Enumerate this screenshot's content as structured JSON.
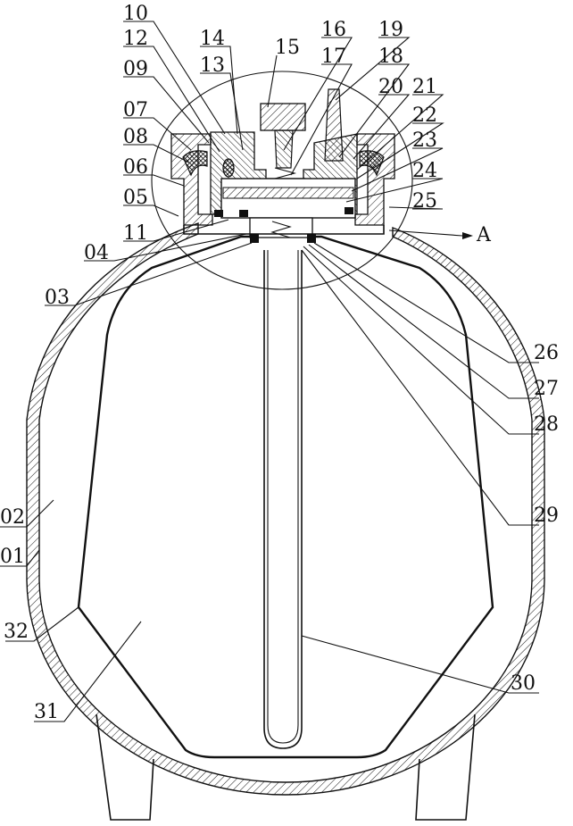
{
  "figure": {
    "section_marker": "A",
    "labels": {
      "l01": "01",
      "l02": "02",
      "l03": "03",
      "l04": "04",
      "l05": "05",
      "l06": "06",
      "l07": "07",
      "l08": "08",
      "l09": "09",
      "l10": "10",
      "l11": "11",
      "l12": "12",
      "l13": "13",
      "l14": "14",
      "l15": "15",
      "l16": "16",
      "l17": "17",
      "l18": "18",
      "l19": "19",
      "l20": "20",
      "l21": "21",
      "l22": "22",
      "l23": "23",
      "l24": "24",
      "l25": "25",
      "l26": "26",
      "l27": "27",
      "l28": "28",
      "l29": "29",
      "l30": "30",
      "l31": "31",
      "l32": "32"
    }
  }
}
